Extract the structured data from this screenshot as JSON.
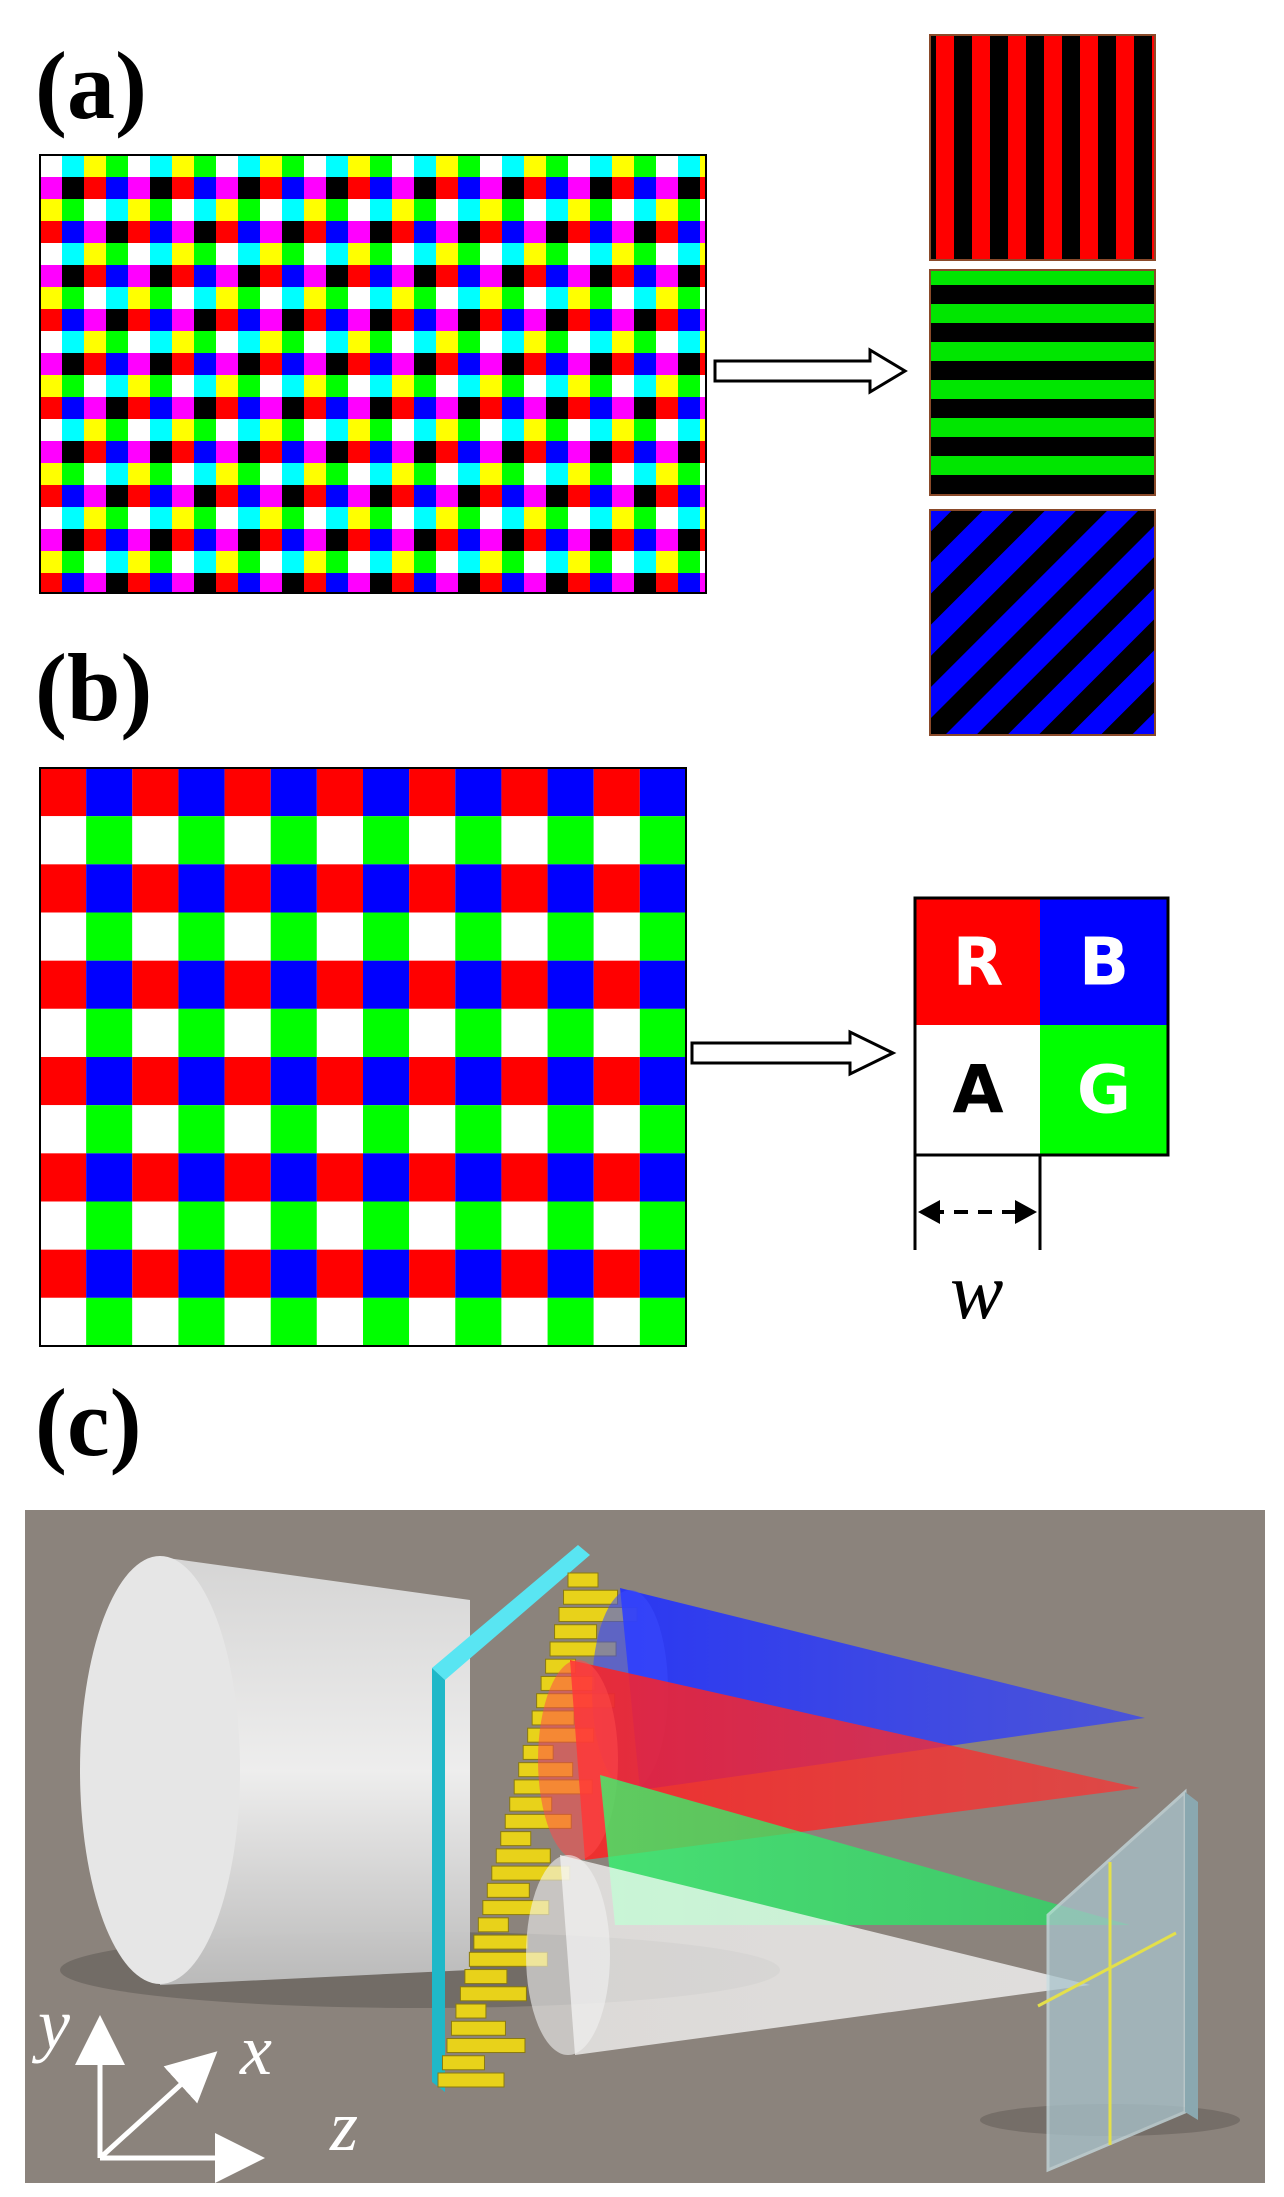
{
  "panels": {
    "a": "(a)",
    "b": "(b)",
    "c": "(c)"
  },
  "unit_cell": {
    "R": "R",
    "B": "B",
    "A": "A",
    "G": "G",
    "width_symbol": "w"
  },
  "axes": {
    "x": "x",
    "y": "y",
    "z": "z"
  },
  "colors": {
    "red": "#ff0000",
    "green": "#00ff00",
    "blue": "#0000ff",
    "white": "#ffffff",
    "black": "#000000",
    "magenta": "#ff00ff",
    "cyan": "#00ffff",
    "yellow": "#ffff00",
    "background_c": "#8b837c",
    "substrate": "#20c8d8",
    "pillars": "#e8d21a"
  }
}
